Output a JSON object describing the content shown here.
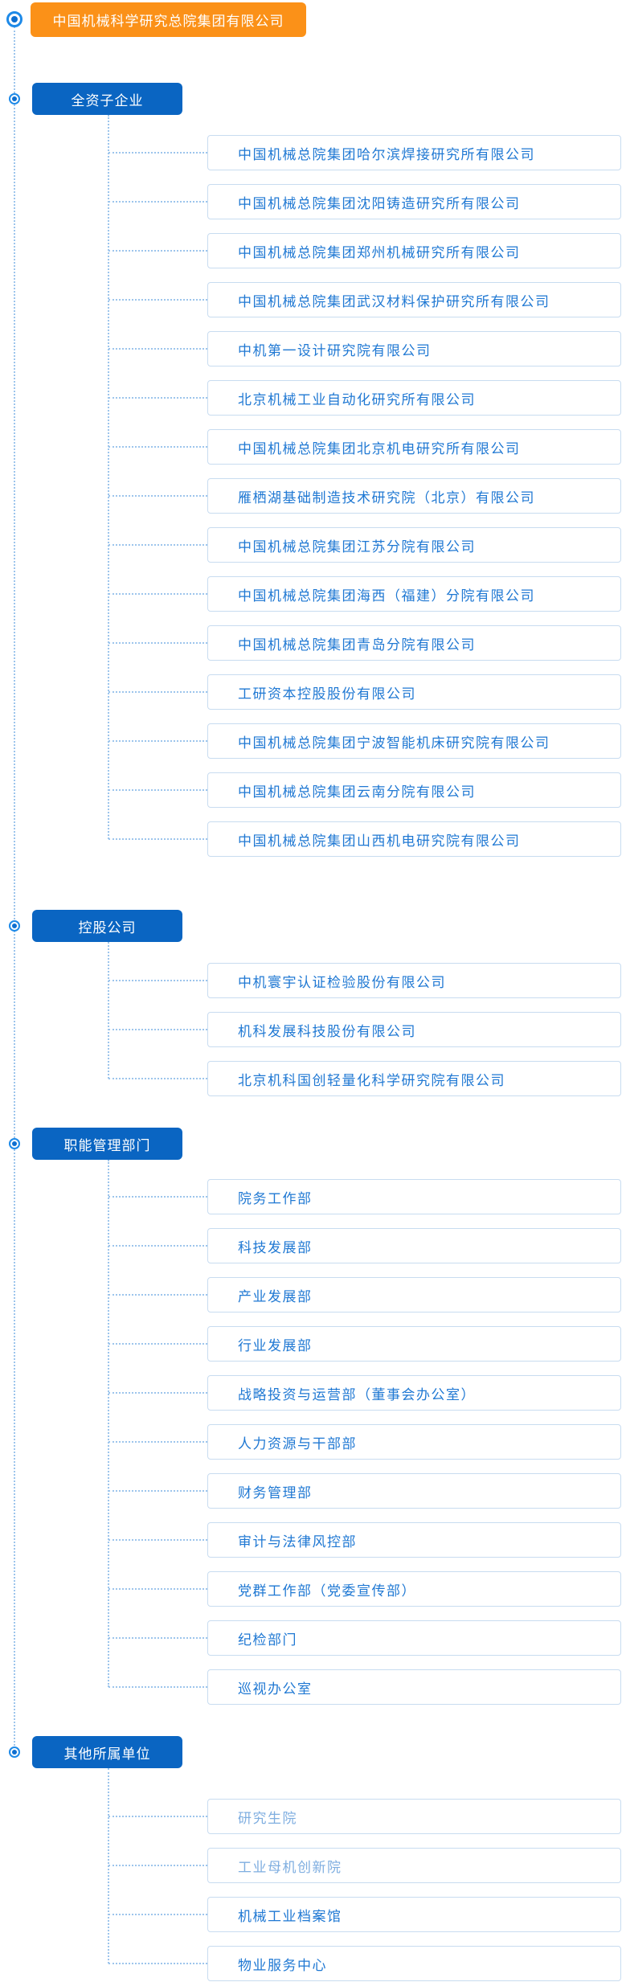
{
  "root": {
    "label": "中国机械科学研究总院集团有限公司"
  },
  "colors": {
    "root_bg": "#fb9118",
    "category_bg": "#0a65c2",
    "item_text": "#1f78d3",
    "item_text_muted": "#7faee0",
    "item_border": "#c8dcf0",
    "connector_dotted": "#9dc5ec",
    "bullet_ring": "#1e8ae8",
    "bullet_dot": "#0e6fd0"
  },
  "icons": {
    "bullet": "radio-bullet"
  },
  "sections": [
    {
      "label": "全资子企业",
      "items": [
        {
          "label": "中国机械总院集团哈尔滨焊接研究所有限公司"
        },
        {
          "label": "中国机械总院集团沈阳铸造研究所有限公司"
        },
        {
          "label": "中国机械总院集团郑州机械研究所有限公司"
        },
        {
          "label": "中国机械总院集团武汉材料保护研究所有限公司"
        },
        {
          "label": "中机第一设计研究院有限公司"
        },
        {
          "label": "北京机械工业自动化研究所有限公司"
        },
        {
          "label": "中国机械总院集团北京机电研究所有限公司"
        },
        {
          "label": "雁栖湖基础制造技术研究院（北京）有限公司"
        },
        {
          "label": "中国机械总院集团江苏分院有限公司"
        },
        {
          "label": "中国机械总院集团海西（福建）分院有限公司"
        },
        {
          "label": "中国机械总院集团青岛分院有限公司"
        },
        {
          "label": "工研资本控股股份有限公司"
        },
        {
          "label": "中国机械总院集团宁波智能机床研究院有限公司"
        },
        {
          "label": "中国机械总院集团云南分院有限公司"
        },
        {
          "label": "中国机械总院集团山西机电研究院有限公司"
        }
      ]
    },
    {
      "label": "控股公司",
      "items": [
        {
          "label": "中机寰宇认证检验股份有限公司"
        },
        {
          "label": "机科发展科技股份有限公司"
        },
        {
          "label": "北京机科国创轻量化科学研究院有限公司"
        }
      ]
    },
    {
      "label": "职能管理部门",
      "items": [
        {
          "label": "院务工作部"
        },
        {
          "label": "科技发展部"
        },
        {
          "label": "产业发展部"
        },
        {
          "label": "行业发展部"
        },
        {
          "label": "战略投资与运营部（董事会办公室）"
        },
        {
          "label": "人力资源与干部部"
        },
        {
          "label": "财务管理部"
        },
        {
          "label": "审计与法律风控部"
        },
        {
          "label": "党群工作部（党委宣传部）"
        },
        {
          "label": "纪检部门"
        },
        {
          "label": "巡视办公室"
        }
      ]
    },
    {
      "label": "其他所属单位",
      "items": [
        {
          "label": "研究生院",
          "muted": true
        },
        {
          "label": "工业母机创新院",
          "muted": true
        },
        {
          "label": "机械工业档案馆"
        },
        {
          "label": "物业服务中心"
        }
      ]
    }
  ]
}
